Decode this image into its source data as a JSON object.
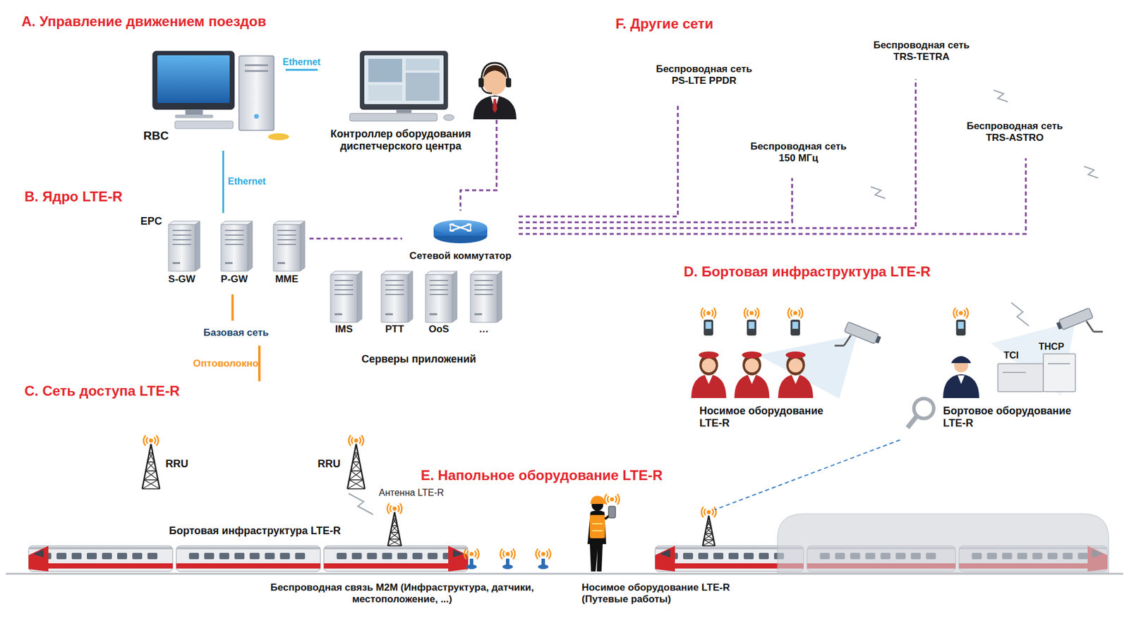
{
  "diagram": {
    "nodes": [
      {
        "text": [
          "A. Управление движением поездов"
        ]
      },
      {
        "text": [
          "RBC"
        ],
        "in": 0
      },
      {
        "text": [
          "Контроллер оборудования диспетчерского центра"
        ],
        "in": 0
      },
      {
        "text": [
          "B. Ядро LTE-R"
        ]
      },
      {
        "text": [
          "EPC"
        ],
        "in": 3
      },
      {
        "text": [
          "S-GW"
        ],
        "in": 4
      },
      {
        "text": [
          "P-GW"
        ],
        "in": 4
      },
      {
        "text": [
          "MME"
        ],
        "in": 4
      },
      {
        "text": [
          "Базовая сеть"
        ],
        "in": 3
      },
      {
        "text": [
          "Сетевой коммутатор"
        ],
        "in": 3
      },
      {
        "text": [
          "Серверы приложений"
        ],
        "in": 3
      },
      {
        "text": [
          "IMS"
        ],
        "in": 10
      },
      {
        "text": [
          "PTT"
        ],
        "in": 10
      },
      {
        "text": [
          "OoS"
        ],
        "in": 10
      },
      {
        "text": [
          "…"
        ],
        "in": 10
      },
      {
        "text": [
          "C. Сеть доступа LTE-R"
        ]
      },
      {
        "text": [
          "RRU"
        ],
        "in": 15
      },
      {
        "text": [
          "RRU"
        ],
        "in": 15
      },
      {
        "text": [
          "D. Бортовая инфраструктура LTE-R"
        ]
      },
      {
        "text": [
          "Носимое оборудование LTE-R"
        ],
        "in": 18
      },
      {
        "text": [
          "Бортовое оборудование LTE-R"
        ],
        "in": 18
      },
      {
        "text": [
          "E. Напольное оборудование LTE-R"
        ]
      },
      {
        "text": [
          "F. Другие сети"
        ]
      },
      {
        "text": [
          "Беспроводная сеть PS-LTE PPDR"
        ],
        "in": 22
      },
      {
        "text": [
          "Беспроводная сеть TRS-TETRA"
        ],
        "in": 22
      },
      {
        "text": [
          "Беспроводная сеть 150 МГц"
        ],
        "in": 22
      },
      {
        "text": [
          "Беспроводная сеть TRS-ASTRO"
        ],
        "in": 22
      }
    ],
    "edges": [
      {
        "from": 1,
        "to": 2,
        "label": "Ethernet",
        "arrow": "none"
      },
      {
        "from": 1,
        "to": 4,
        "label": "Ethernet",
        "arrow": "none"
      },
      {
        "from": 4,
        "to": 9,
        "arrow": "none"
      },
      {
        "from": 9,
        "to": 23,
        "arrow": "none"
      },
      {
        "from": 9,
        "to": 25,
        "arrow": "none"
      },
      {
        "from": 9,
        "to": 24,
        "arrow": "none"
      },
      {
        "from": 9,
        "to": 26,
        "arrow": "none"
      },
      {
        "from": 4,
        "to": 8,
        "arrow": "none"
      },
      {
        "from": 8,
        "to": 15,
        "label": "Оптоволокно",
        "arrow": "none"
      }
    ],
    "labels": [
      "Антенна LTE-R",
      "Бортовая инфраструктура LTE-R",
      "Беспроводная связь M2M (Инфраструктура, датчики, местоположение, ...)",
      "Носимое оборудование LTE-R (Путевые работы)",
      "TCI",
      "THCP"
    ]
  }
}
